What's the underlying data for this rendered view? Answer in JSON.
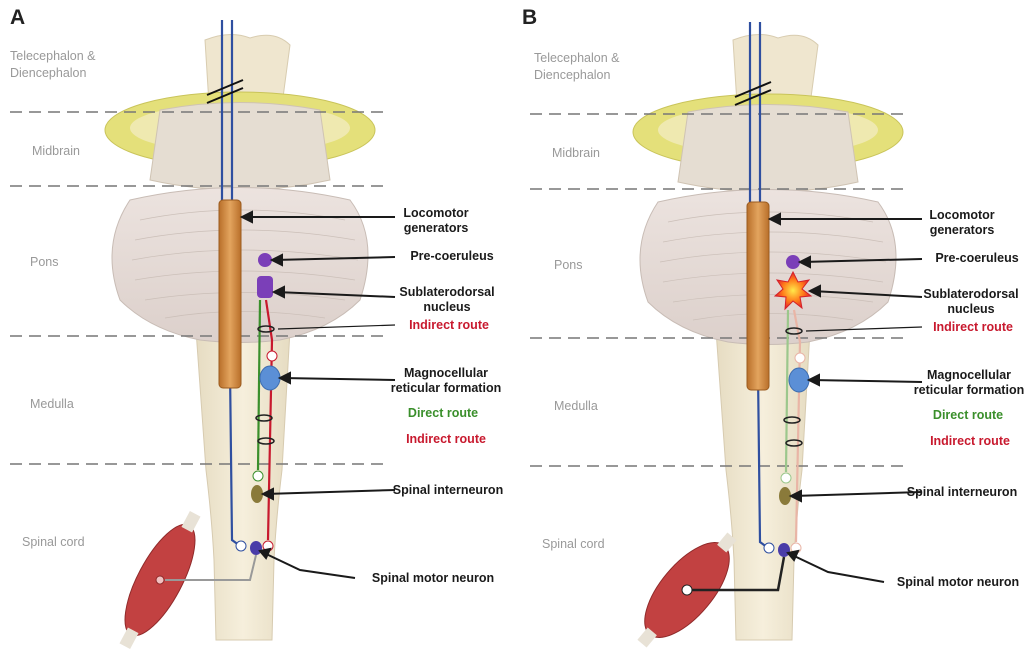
{
  "panels": [
    {
      "letter": "A",
      "regions": {
        "telencephalon_line1": "Telecephalon &",
        "telencephalon_line2": "Diencephalon",
        "midbrain": "Midbrain",
        "pons": "Pons",
        "medulla": "Medulla",
        "spinal_cord": "Spinal cord"
      },
      "labels": {
        "locomotor_line1": "Locomotor",
        "locomotor_line2": "generators",
        "pre_coeruleus": "Pre-coeruleus",
        "sublaterodorsal_line1": "Sublaterodorsal",
        "sublaterodorsal_line2": "nucleus",
        "indirect_route_top": "Indirect route",
        "magnocellular_line1": "Magnocellular",
        "magnocellular_line2": "reticular formation",
        "direct_route": "Direct route",
        "indirect_route_bottom": "Indirect route",
        "spinal_interneuron": "Spinal interneuron",
        "spinal_motor_neuron": "Spinal motor neuron"
      }
    },
    {
      "letter": "B",
      "regions": {
        "telencephalon_line1": "Telecephalon &",
        "telencephalon_line2": "Diencephalon",
        "midbrain": "Midbrain",
        "pons": "Pons",
        "medulla": "Medulla",
        "spinal_cord": "Spinal cord"
      },
      "labels": {
        "locomotor_line1": "Locomotor",
        "locomotor_line2": "generators",
        "pre_coeruleus": "Pre-coeruleus",
        "sublaterodorsal_line1": "Sublaterodorsal",
        "sublaterodorsal_line2": "nucleus",
        "indirect_route_top": "Indirect route",
        "magnocellular_line1": "Magnocellular",
        "magnocellular_line2": "reticular formation",
        "direct_route": "Direct route",
        "indirect_route_bottom": "Indirect route",
        "spinal_interneuron": "Spinal interneuron",
        "spinal_motor_neuron": "Spinal motor neuron"
      }
    }
  ],
  "colors": {
    "motor_pathway": "#2f4fa0",
    "indirect_route": "#c8192e",
    "direct_route": "#3a8f2b",
    "locomotor_generator": "#c98a45",
    "nucleus": "#7b3fb8",
    "magnocellular": "#5b8fd6",
    "midbrain_ring": "#e4e07a",
    "muscle": "#c24141"
  },
  "symbols": {
    "plus": "+",
    "minus": "−"
  }
}
